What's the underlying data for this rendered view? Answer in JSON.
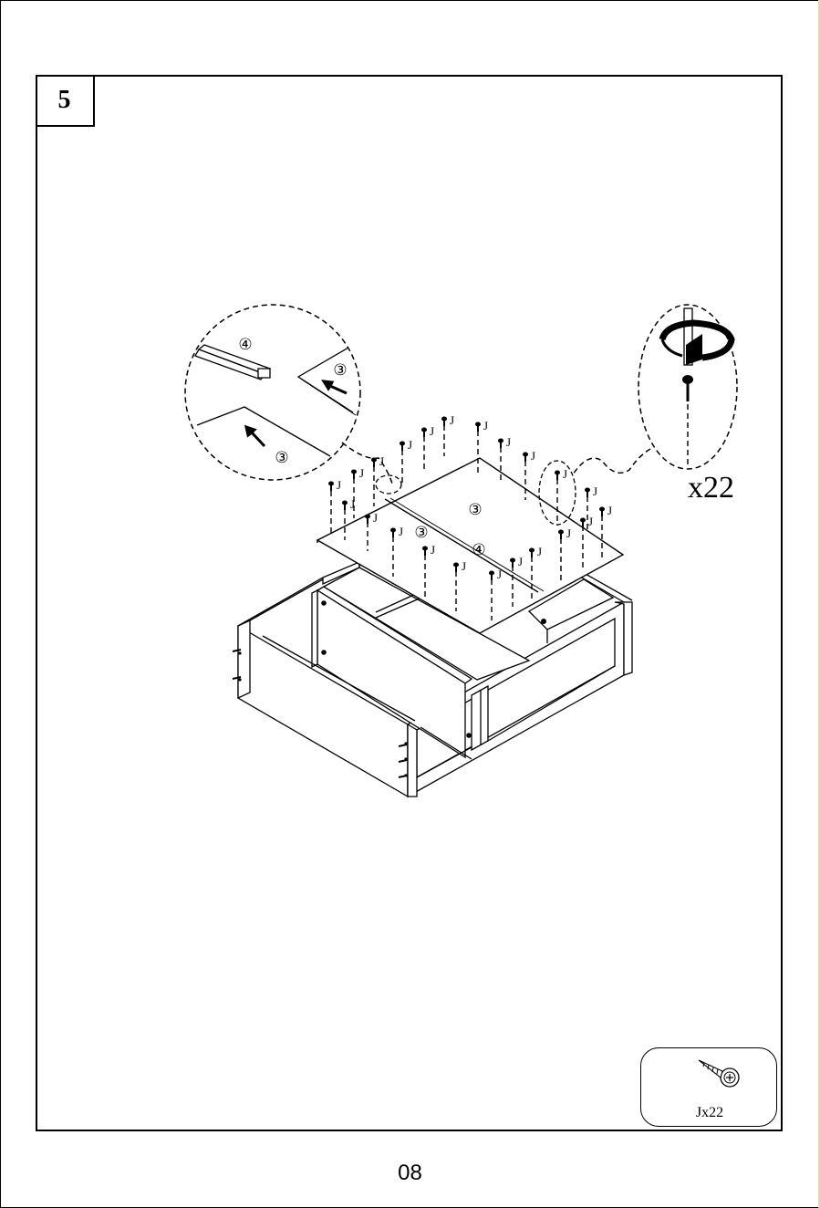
{
  "step": {
    "number": "5"
  },
  "page": {
    "number": "08"
  },
  "quantity": {
    "label": "x22"
  },
  "hardware": {
    "label": "Jx22",
    "icon": "screw-icon"
  },
  "detail_callouts": {
    "part_4": "④",
    "part_3_a": "③",
    "part_3_b": "③"
  },
  "panel_labels": {
    "part_3_a": "③",
    "part_3_b": "③",
    "part_4": "④"
  },
  "screw_label": "J"
}
